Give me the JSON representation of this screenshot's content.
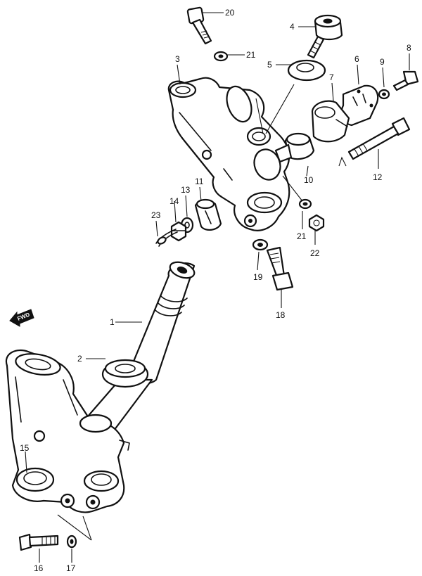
{
  "callouts": [
    {
      "id": "1",
      "label": "1"
    },
    {
      "id": "2",
      "label": "2"
    },
    {
      "id": "3",
      "label": "3"
    },
    {
      "id": "4",
      "label": "4"
    },
    {
      "id": "5",
      "label": "5"
    },
    {
      "id": "6",
      "label": "6"
    },
    {
      "id": "7",
      "label": "7"
    },
    {
      "id": "8",
      "label": "8"
    },
    {
      "id": "9",
      "label": "9"
    },
    {
      "id": "10",
      "label": "10"
    },
    {
      "id": "11",
      "label": "11"
    },
    {
      "id": "12",
      "label": "12"
    },
    {
      "id": "13",
      "label": "13"
    },
    {
      "id": "14",
      "label": "14"
    },
    {
      "id": "15",
      "label": "15"
    },
    {
      "id": "16",
      "label": "16"
    },
    {
      "id": "17",
      "label": "17"
    },
    {
      "id": "18",
      "label": "18"
    },
    {
      "id": "19",
      "label": "19"
    },
    {
      "id": "20",
      "label": "20"
    },
    {
      "id": "21a",
      "label": "21"
    },
    {
      "id": "21b",
      "label": "21"
    },
    {
      "id": "22",
      "label": "22"
    },
    {
      "id": "23",
      "label": "23"
    }
  ],
  "fwd_indicator": {
    "label": "FWD"
  }
}
